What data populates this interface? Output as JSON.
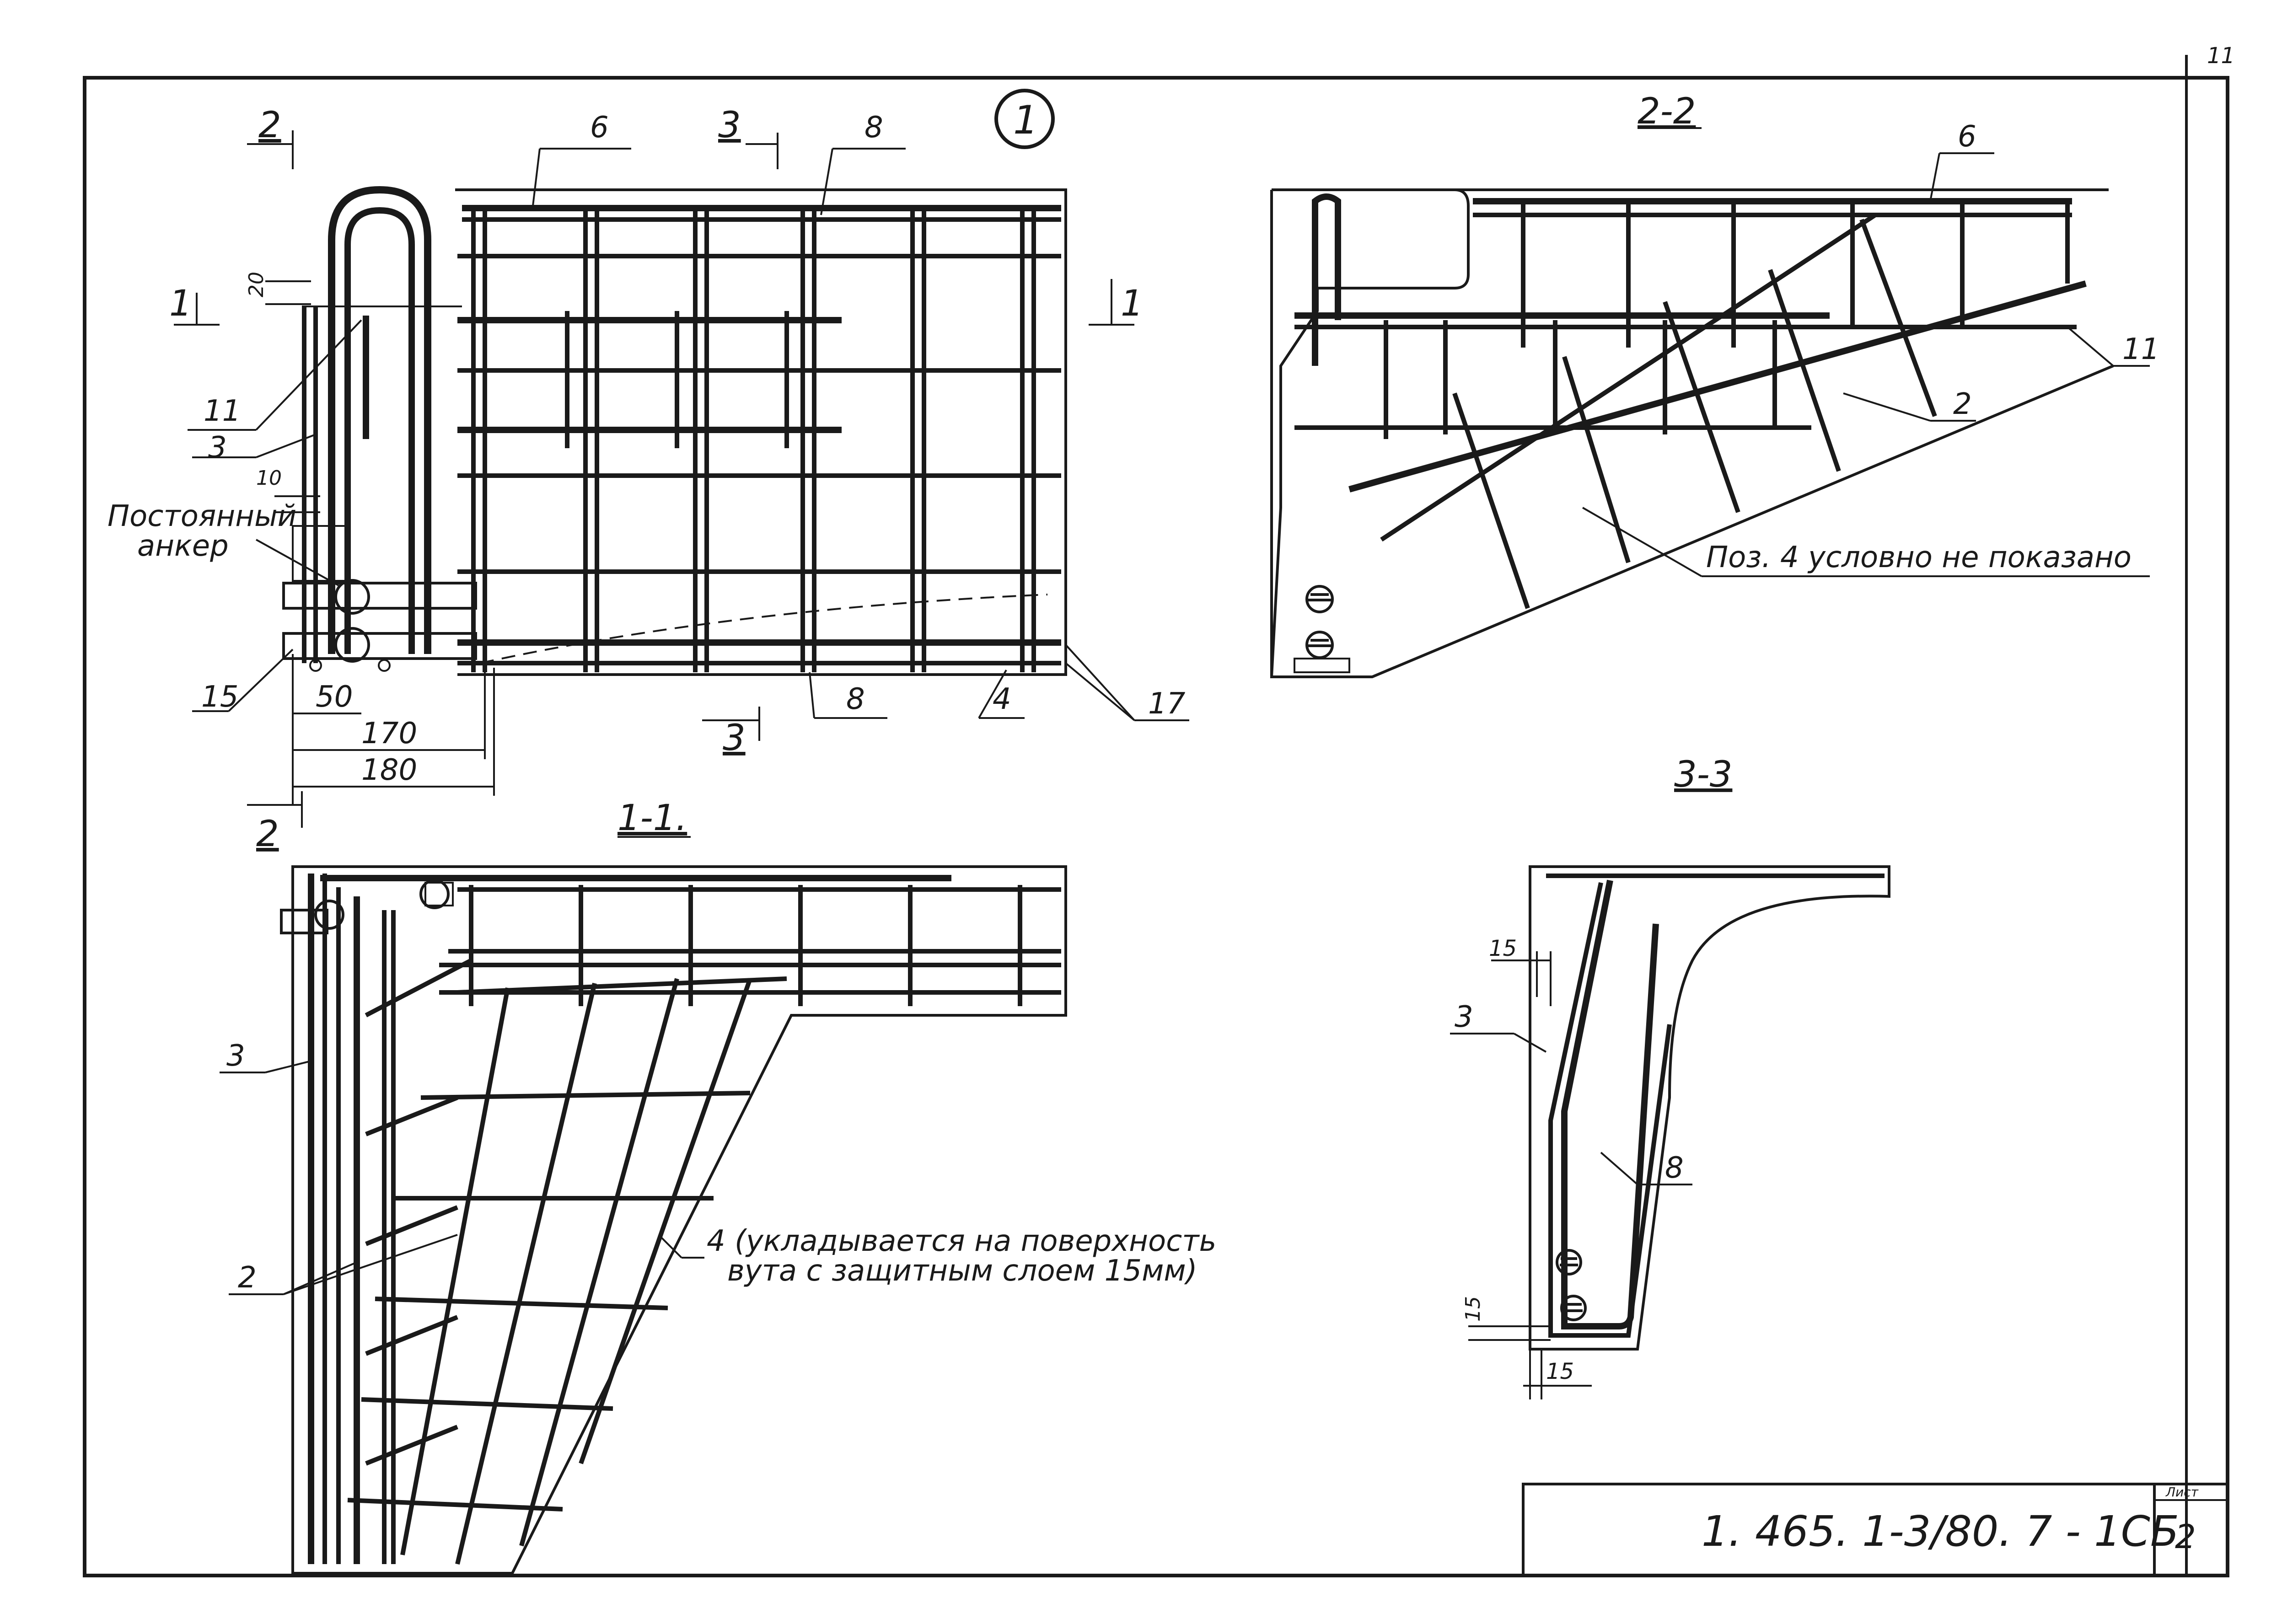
{
  "sheet": {
    "corner_number": "11",
    "title_block": {
      "code": "1. 465. 1-3/80. 7 - 1СБ",
      "sheet_label": "Лист",
      "sheet_number": "2"
    }
  },
  "views": {
    "node_mark": "1",
    "section_2_2": "2-2",
    "section_1_1": "1-1.",
    "section_3_3": "3-3"
  },
  "cut_marks": {
    "c2_top": "2",
    "c3_top": "3",
    "c1_left": "1",
    "c1_right": "1",
    "c3_bottom": "3",
    "c2_bottom": "2"
  },
  "positions": {
    "p6_plan": "6",
    "p8_top": "8",
    "p11_plan": "11",
    "p3_plan": "3",
    "p15": "15",
    "p8_bottom": "8",
    "p4_plan": "4",
    "p17": "17",
    "p6_s22": "6",
    "p11_s22": "11",
    "p2_s22": "2",
    "p3_s11": "3",
    "p2_s11": "2",
    "p3_s33": "3",
    "p8_s33": "8"
  },
  "dimensions": {
    "d20": "20",
    "d10": "10",
    "d50": "50",
    "d170": "170",
    "d180": "180",
    "d15_a": "15",
    "d15_b": "15",
    "d15_c": "15"
  },
  "notes": {
    "anchor_line1": "Постоянный",
    "anchor_line2": "анкер",
    "pos4_not_shown": "Поз. 4 условно не показано",
    "pos4_line1": "4 (укладывается на поверхность",
    "pos4_line2": "вута с защитным слоем 15мм)"
  }
}
